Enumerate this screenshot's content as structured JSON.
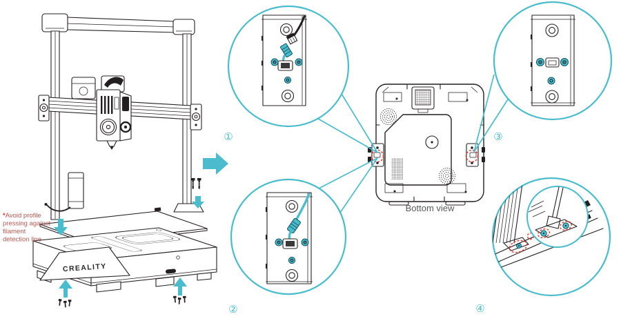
{
  "note": {
    "asterisk": "*",
    "lines": [
      "Avoid profile",
      "pressing against",
      "filament",
      "detection line"
    ]
  },
  "printer": {
    "brand": "CREALITY"
  },
  "bottom_view": {
    "label": "Bottom view"
  },
  "callouts": [
    {
      "label": "①"
    },
    {
      "label": "②"
    },
    {
      "label": "③"
    },
    {
      "label": "④"
    }
  ],
  "colors": {
    "teal": "#4abccc",
    "red": "#e8392f",
    "ink": "#231f20",
    "label_gray": "#58595b",
    "note_red": "#b8564e"
  }
}
